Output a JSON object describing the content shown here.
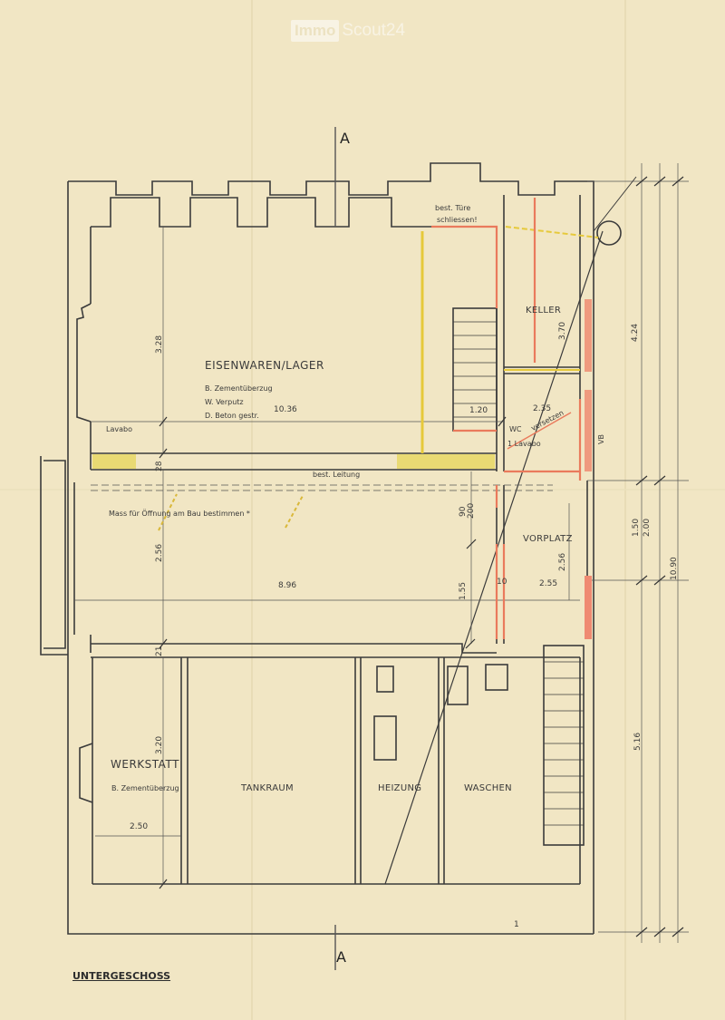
{
  "watermark": {
    "brand_box": "Immo",
    "brand_text": "Scout24"
  },
  "section_marks": {
    "top": "A",
    "bottom": "A"
  },
  "plan_title": "UNTERGESCHOSS",
  "rooms": {
    "eisenwaren": "EISENWAREN/LAGER",
    "keller": "KELLER",
    "vorplatz": "VORPLATZ",
    "werkstatt": "WERKSTATT",
    "tankraum": "TANKRAUM",
    "heizung": "HEIZUNG",
    "waschen": "WASCHEN",
    "wc": "WC"
  },
  "notes": {
    "floor1": "B. Zementüberzug",
    "wall1": "W. Verputz",
    "ceiling1": "D. Beton gestr.",
    "werkstatt_floor": "B. Zementüberzug",
    "door_close": "best. Türe",
    "door_close2": "schliessen!",
    "lavabo_left": "Lavabo",
    "lavabo_wc": "1 Lavabo",
    "leitung": "best. Leitung",
    "opening": "Mass für Öffnung am Bau bestimmen *",
    "versetzen": "versetzen",
    "vb": "VB"
  },
  "dimensions": {
    "d328": "3.28",
    "d1036": "10.36",
    "d120": "1.20",
    "d235": "2.35",
    "d370": "3.70",
    "d424": "4.24",
    "d28": "28",
    "d90": "90",
    "d200a": "200",
    "d256a": "2.56",
    "d896": "8.96",
    "d155": "1.55",
    "d10": "10",
    "d256b": "2.56",
    "d255": "2.55",
    "d150": "1.50",
    "d200b": "2.00",
    "d1090": "10.90",
    "d21": "21",
    "d320": "3.20",
    "d250": "2.50",
    "d516": "5.16",
    "d1": "1"
  }
}
